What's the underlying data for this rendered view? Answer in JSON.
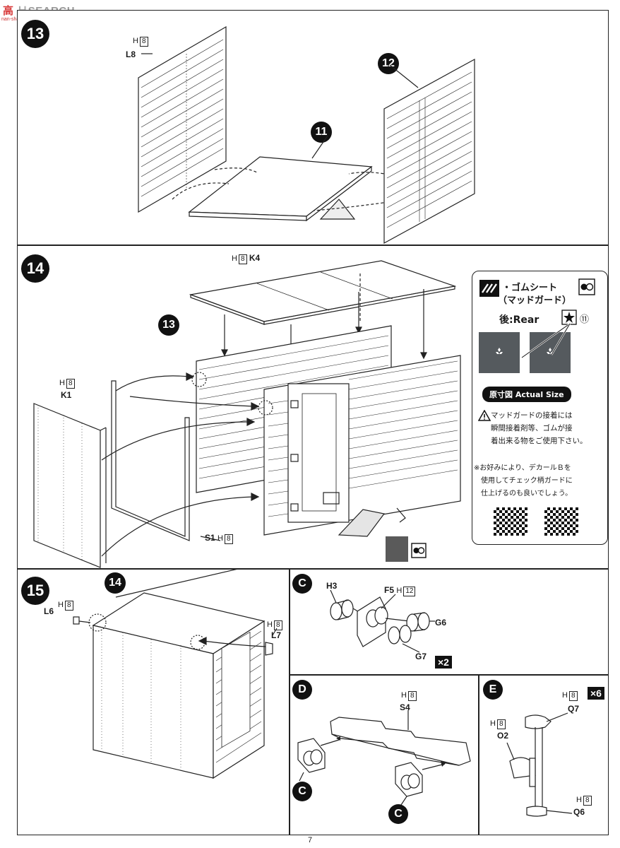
{
  "watermark": {
    "text_part1": "高",
    "text_part2": "SEARCH",
    "sub": "nan-shan.com"
  },
  "page_number": "7",
  "colors": {
    "ink": "#1a1a1a",
    "decal_gray": "#555a5e",
    "panel_border": "#222222"
  },
  "step13": {
    "badge": "13",
    "labels": {
      "h8": "8",
      "l8": "L8"
    },
    "refs": {
      "r11": "11",
      "r12": "12"
    }
  },
  "step14": {
    "badge": "14",
    "labels": {
      "h8_k4": "8",
      "k4": "K4",
      "h8_k1": "8",
      "k1": "K1",
      "s1": "S1",
      "h8_s1": "8"
    },
    "refs": {
      "r13": "13"
    }
  },
  "info_panel": {
    "title_line1": "・ゴムシート",
    "title_line2": "（マッドガード）",
    "rear_label": "後:Rear",
    "ref_num": "⑪",
    "actual_size": "原寸図 Actual Size",
    "warning": [
      "マッドガードの接着には",
      "瞬間接着剤等、ゴムが接",
      "着出来る物をご使用下さい。"
    ],
    "note": [
      "※お好みにより、デカールＢを",
      "使用してチェック柄ガードに",
      "仕上げるのも良いでしょう。"
    ]
  },
  "step15": {
    "badge": "15",
    "labels": {
      "h8_l6": "8",
      "l6": "L6",
      "h8_l7": "8",
      "l7": "L7"
    },
    "refs": {
      "r14": "14"
    }
  },
  "sectionC": {
    "badge": "C",
    "labels": {
      "h3": "H3",
      "f5": "F5",
      "h12": "12",
      "g6": "G6",
      "g7": "G7"
    },
    "multiplier": "×2"
  },
  "sectionD": {
    "badge": "D",
    "labels": {
      "h8": "8",
      "s4": "S4"
    },
    "refs": {
      "c1": "C",
      "c2": "C"
    }
  },
  "sectionE": {
    "badge": "E",
    "labels": {
      "h8_q7": "8",
      "q7": "Q7",
      "h8_o2": "8",
      "o2": "O2",
      "h8_q6": "8",
      "q6": "Q6"
    },
    "multiplier": "×6"
  },
  "h_prefix": "H"
}
